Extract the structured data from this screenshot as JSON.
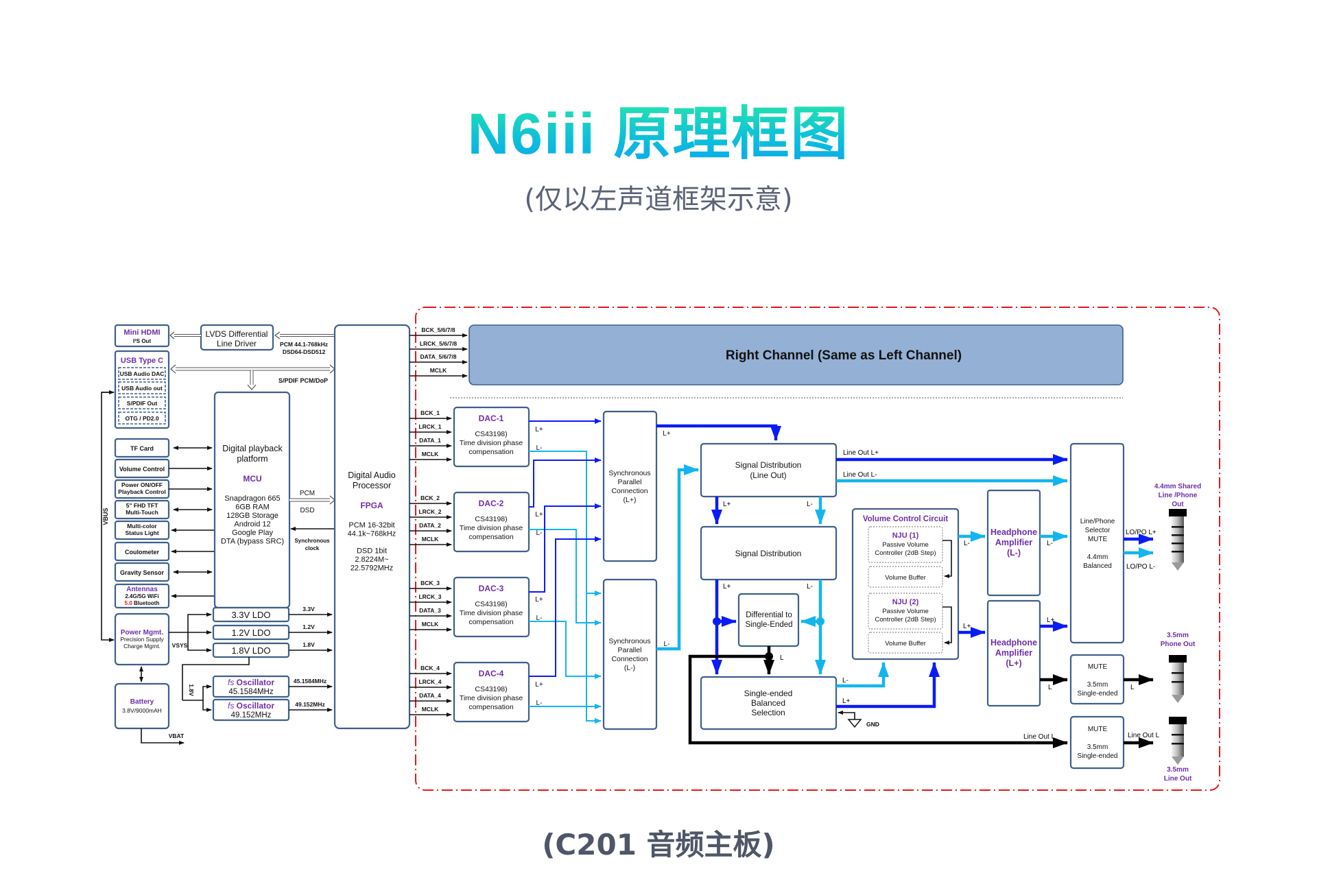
{
  "header": {
    "title": "N6iii 原理框图",
    "subtitle": "(仅以左声道框架示意)",
    "caption": "(C201 音频主板)"
  },
  "colors": {
    "accent_purple": "#6f2da8",
    "positive_line": "#0a1cf5",
    "negative_line": "#14b5ee",
    "frame_red": "#e8141c",
    "right_channel_fill": "#94b0d5"
  },
  "left": {
    "mini_hdmi": {
      "title": "Mini HDMI",
      "sub": "I²S Out"
    },
    "lvds": {
      "line1": "LVDS Differential",
      "line2": "Line Driver"
    },
    "pcm_dsd": {
      "line1": "PCM 44.1-768kHz",
      "line2": "DSD64-DSD512"
    },
    "usb": {
      "title": "USB Type C",
      "items": [
        "USB Audio DAC",
        "USB Audio out",
        "S/PDIF Out",
        "OTG / PD2.0"
      ]
    },
    "spdif_label": "S/PDIF PCM/DoP",
    "peripherals": [
      {
        "lines": [
          "TF Card"
        ]
      },
      {
        "lines": [
          "Volume Control"
        ]
      },
      {
        "lines": [
          "Power ON/OFF",
          "Playback Control"
        ]
      },
      {
        "lines": [
          "5\" FHD TFT",
          "Multi-Touch"
        ]
      },
      {
        "lines": [
          "Multi-color",
          "Status Light"
        ]
      },
      {
        "lines": [
          "Coulometer"
        ]
      },
      {
        "lines": [
          "Gravity Sensor"
        ]
      }
    ],
    "antennas": {
      "title": "Antennas",
      "line1": "2.4G/5G WiFi",
      "bt_version": "5.0",
      "bt_label": " Bluetooth"
    },
    "vbus": "VBUS",
    "mcu": {
      "line1": "Digital playback",
      "line2": "platform",
      "title": "MCU",
      "specs": [
        "Snapdragon 665",
        "6GB RAM",
        "128GB Storage",
        "Android 12",
        "Google Play",
        "DTA (bypass SRC)"
      ]
    },
    "pcm_label": "PCM",
    "dsd_label": "DSD",
    "sync_clock": {
      "line1": "Synchronous",
      "line2": "clock"
    },
    "power": {
      "title": "Power Mgmt.",
      "line1": "Precision Supply",
      "line2": "Charge Mgmt."
    },
    "vsys": "VSYS",
    "battery": {
      "title": "Battery",
      "spec": "3.8V/9000mAH"
    },
    "vbat": "VBAT",
    "ldos": [
      {
        "label": "3.3V LDO",
        "out": "3.3V"
      },
      {
        "label": "1.2V LDO",
        "out": "1.2V"
      },
      {
        "label": "1.8V LDO",
        "out": "1.8V"
      }
    ],
    "osc_supply": "1.8V",
    "oscillators": [
      {
        "fs": "fs",
        "name": " Oscillator",
        "freq": "45.1584MHz"
      },
      {
        "fs": "fs",
        "name": " Oscillator",
        "freq": "49.152MHz"
      }
    ],
    "fpga": {
      "line1": "Digital Audio",
      "line2": "Processor",
      "title": "FPGA",
      "specs": [
        "PCM 16-32bit",
        "44.1k~768kHz",
        "",
        "DSD 1bit",
        "2.8224M~",
        "22.5792MHz"
      ]
    }
  },
  "right_channel": {
    "label": "Right  Channel (Same as Left Channel)",
    "signals": [
      "BCK_5/6/7/8",
      "LRCK_5/6/7/8",
      "DATA_5/6/7/8",
      "MCLK"
    ]
  },
  "dacs": [
    {
      "title": "DAC-1",
      "lines": [
        "CS43198)",
        "Time division phase",
        "compensation"
      ],
      "signals": [
        "BCK_1",
        "LRCK_1",
        "DATA_1",
        "MCLK"
      ]
    },
    {
      "title": "DAC-2",
      "lines": [
        "CS43198)",
        "Time division phase",
        "compensation"
      ],
      "signals": [
        "BCK_2",
        "LRCK_2",
        "DATA_2",
        "MCLK"
      ]
    },
    {
      "title": "DAC-3",
      "lines": [
        "CS43198)",
        "Time division phase",
        "compensation"
      ],
      "signals": [
        "BCK_3",
        "LRCK_3",
        "DATA_3",
        "MCLK"
      ]
    },
    {
      "title": "DAC-4",
      "lines": [
        "CS43198)",
        "Time division phase",
        "compensation"
      ],
      "signals": [
        "BCK_4",
        "LRCK_4",
        "DATA_4",
        "MCLK"
      ]
    }
  ],
  "sync_pos": {
    "lines": [
      "Synchronous",
      "Parallel",
      "Connection",
      "(L+)"
    ]
  },
  "sync_neg": {
    "lines": [
      "Synchronous",
      "Parallel",
      "Connection",
      "(L-)"
    ]
  },
  "sig_dist_lineout": {
    "line1": "Signal Distribution",
    "line2": "(Line Out)"
  },
  "sig_dist": {
    "label": "Signal Distribution"
  },
  "diff_se": {
    "line1": "Differential to",
    "line2": "Single-Ended"
  },
  "se_bal": {
    "lines": [
      "Single-ended",
      "Balanced",
      "Selection"
    ]
  },
  "gnd": "GND",
  "volume": {
    "title": "Volume Control Circuit",
    "nju1": {
      "title": "NJU (1)",
      "line1": "Passive Volume",
      "line2": "Controller (2dB Step)"
    },
    "buffer1": "Volume Buffer",
    "nju2": {
      "title": "NJU (2)",
      "line1": "Passive Volume",
      "line2": "Controller (2dB Step)"
    },
    "buffer2": "Volume Buffer"
  },
  "hp_neg": {
    "lines": [
      "Headphone",
      "Amplifier",
      "(L-)"
    ]
  },
  "hp_pos": {
    "lines": [
      "Headphone",
      "Amplifier",
      "(L+)"
    ]
  },
  "selector": {
    "lines": [
      "Line/Phone",
      "Selector",
      "MUTE",
      "",
      "4.4mm",
      "Balanced"
    ]
  },
  "mute_phone": {
    "lines": [
      "MUTE",
      "",
      "3.5mm",
      "Single-ended"
    ]
  },
  "mute_line": {
    "lines": [
      "MUTE",
      "",
      "3.5mm",
      "Single-ended"
    ]
  },
  "jacks": [
    {
      "lines": [
        "4.4mm Shared",
        "Line /Phone",
        "Out"
      ]
    },
    {
      "lines": [
        "3.5mm",
        "Phone Out"
      ]
    },
    {
      "lines": [
        "3.5mm",
        "Line Out"
      ]
    }
  ],
  "signal_labels": {
    "lp": "L+",
    "ln": "L-",
    "l": "L",
    "line_out_lp": "Line Out L+",
    "line_out_ln": "Line Out L-",
    "line_out_l": "Line Out L",
    "lopo_lp": "LO/PO L+",
    "lopo_ln": "LO/PO L-"
  }
}
